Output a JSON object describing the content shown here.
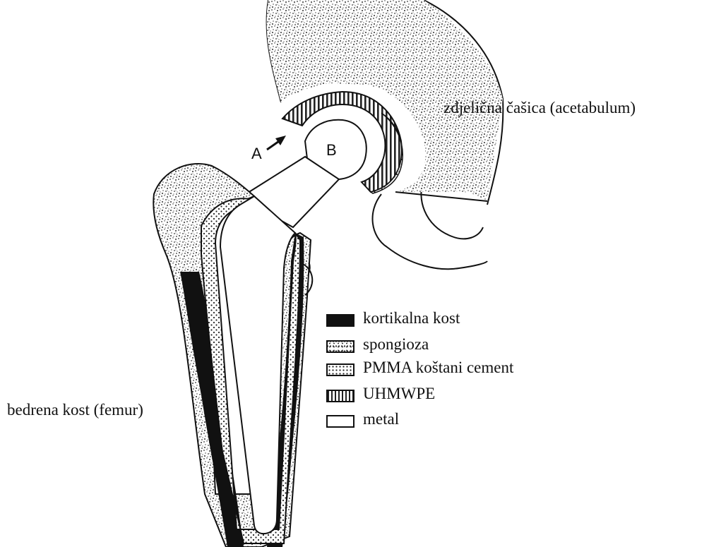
{
  "labels": {
    "acetabulum": "zdjelična čašica (acetabulum)",
    "femur": "bedrena kost (femur)",
    "marker_a": "A",
    "marker_b": "B"
  },
  "legend": [
    {
      "label": "kortikalna kost",
      "pattern": "solid"
    },
    {
      "label": "spongioza",
      "pattern": "speckle"
    },
    {
      "label": "PMMA koštani cement",
      "pattern": "dots"
    },
    {
      "label": "UHMWPE",
      "pattern": "vertical-lines"
    },
    {
      "label": "metal",
      "pattern": "blank"
    }
  ],
  "colors": {
    "ink": "#111111",
    "paper": "#ffffff"
  }
}
